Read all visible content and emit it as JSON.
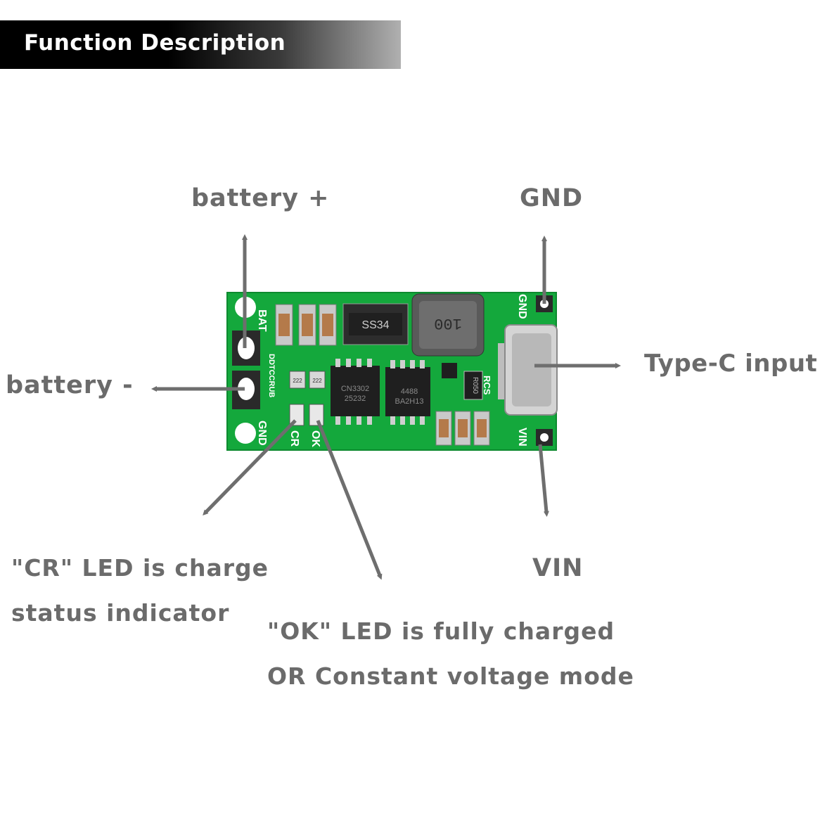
{
  "banner": {
    "title": "Function Description"
  },
  "labels": {
    "battery_plus": "battery +",
    "gnd": "GND",
    "battery_minus": "battery -",
    "type_c_input": "Type-C input",
    "vin": "VIN",
    "cr_led_line1": "\"CR\" LED is charge",
    "cr_led_line2": "status indicator",
    "ok_led_line1": "\"OK\" LED is fully charged",
    "ok_led_line2": "OR Constant voltage mode"
  },
  "board": {
    "silk": {
      "bat": "BAT",
      "gnd_left": "GND",
      "gnd_right": "GND",
      "vin": "VIN",
      "rcs": "RCS",
      "cr": "CR",
      "ok": "OK",
      "brand": "DDTCCRUB",
      "diode": "SS34",
      "inductor": "100",
      "resistor": "R050",
      "ic1_line1": "CN3302",
      "ic1_line2": "25232",
      "ic2_line1": "4488",
      "ic2_line2": "BA2H13",
      "cap_a": "222",
      "cap_b": "222"
    }
  },
  "colors": {
    "arrow": "#6e6e6e",
    "pcb": "#14a83c",
    "text": "#6b6b6b"
  }
}
